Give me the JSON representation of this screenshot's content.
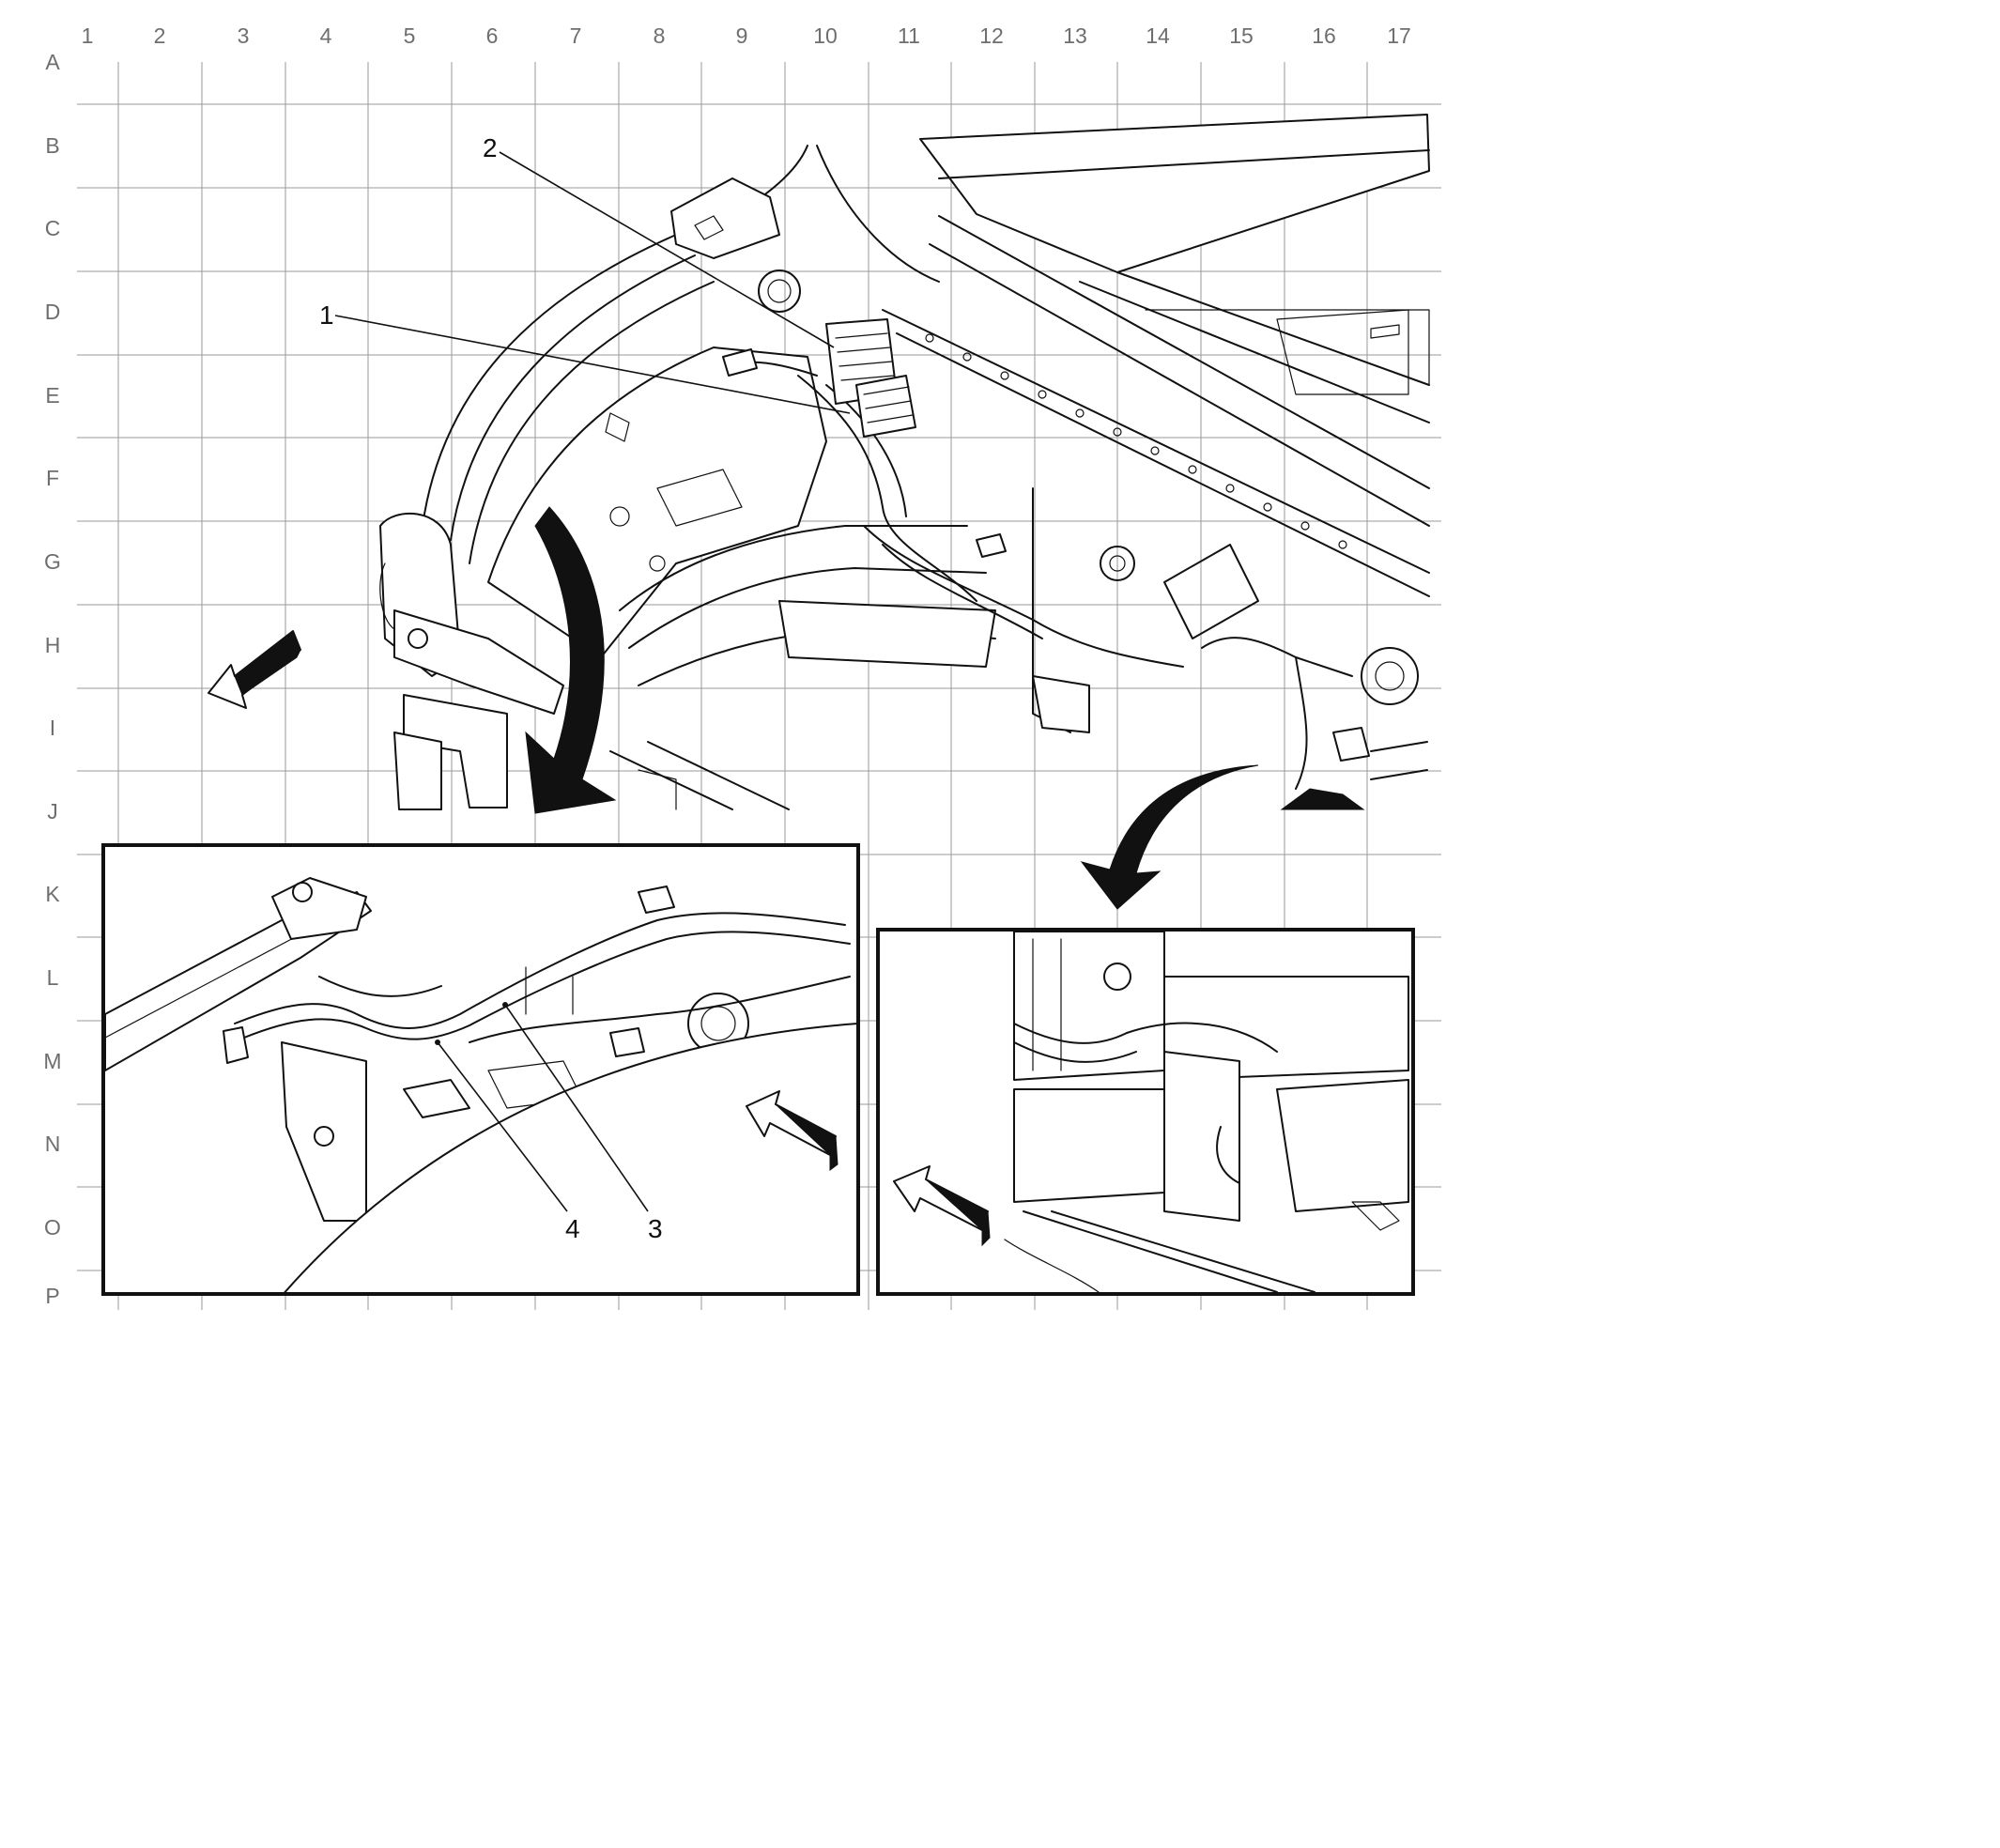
{
  "grid": {
    "columns": [
      "1",
      "2",
      "3",
      "4",
      "5",
      "6",
      "7",
      "8",
      "9",
      "10",
      "11",
      "12",
      "13",
      "14",
      "15",
      "16",
      "17"
    ],
    "rows": [
      "A",
      "B",
      "C",
      "D",
      "E",
      "F",
      "G",
      "H",
      "I",
      "J",
      "K",
      "L",
      "M",
      "N",
      "O",
      "P"
    ]
  },
  "callouts": {
    "c1": "1",
    "c2": "2",
    "c3": "3",
    "c4": "4"
  }
}
